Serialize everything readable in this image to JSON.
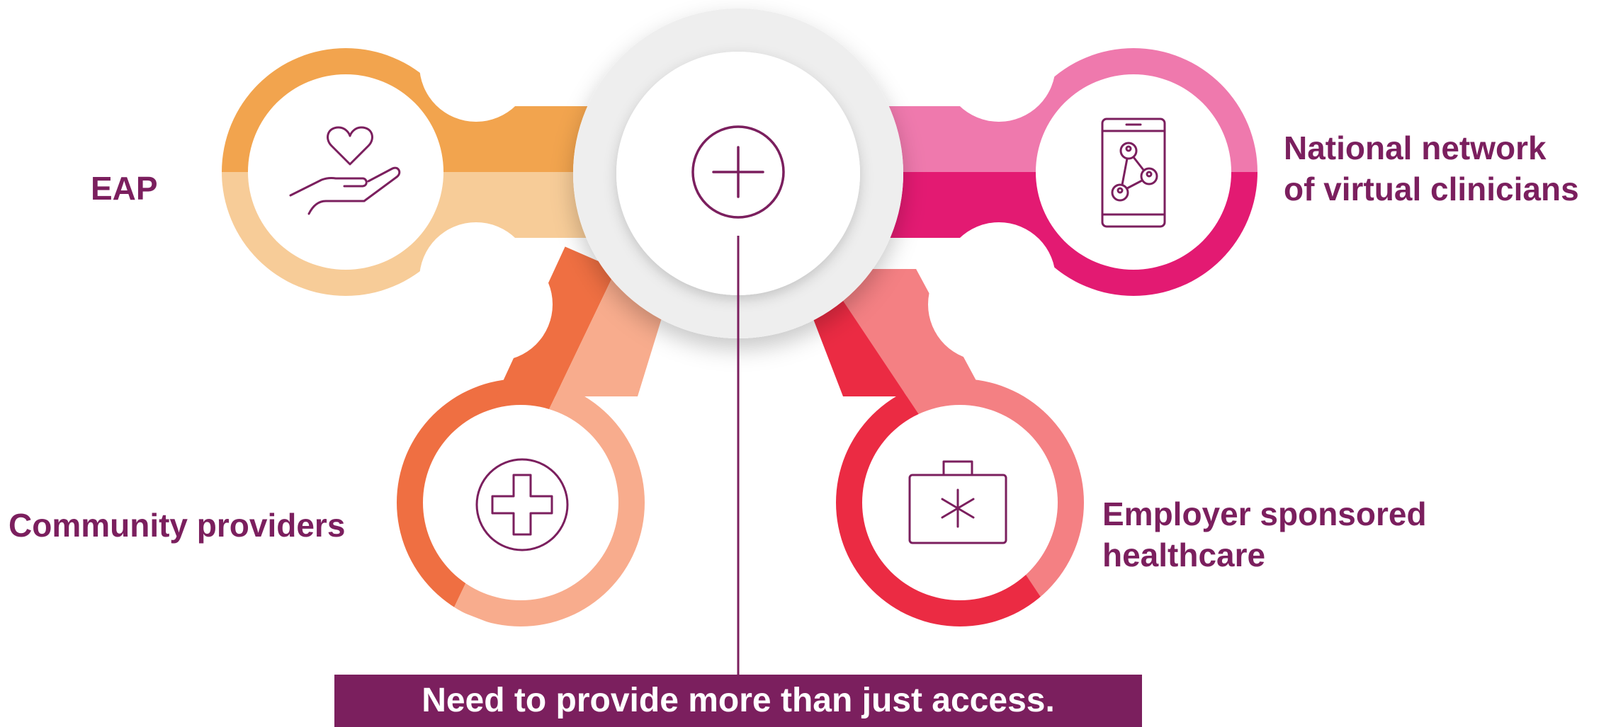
{
  "hub": {
    "icon": "plus-circle-icon"
  },
  "nodes": [
    {
      "id": "eap",
      "lines": [
        "EAP"
      ],
      "icon": "heart-in-hand-icon",
      "colors": {
        "top": "#f2a44e",
        "bottom": "#f7cc98"
      }
    },
    {
      "id": "virtual",
      "lines": [
        "National network",
        "of virtual clinicians"
      ],
      "icon": "phone-network-icon",
      "colors": {
        "top": "#ef79ad",
        "bottom": "#e31a72"
      }
    },
    {
      "id": "community",
      "lines": [
        "Community providers"
      ],
      "icon": "medical-cross-icon",
      "colors": {
        "dark": "#ef6f42",
        "light": "#f8ac8d"
      }
    },
    {
      "id": "employer",
      "lines": [
        "Employer sponsored",
        "healthcare"
      ],
      "icon": "first-aid-kit-icon",
      "colors": {
        "dark": "#eb2b43",
        "light": "#f48083"
      }
    }
  ],
  "banner": {
    "text": "Need to provide more than just access."
  },
  "colors": {
    "accent": "#7b1f5e",
    "hub_ring": "#eeeeee"
  }
}
